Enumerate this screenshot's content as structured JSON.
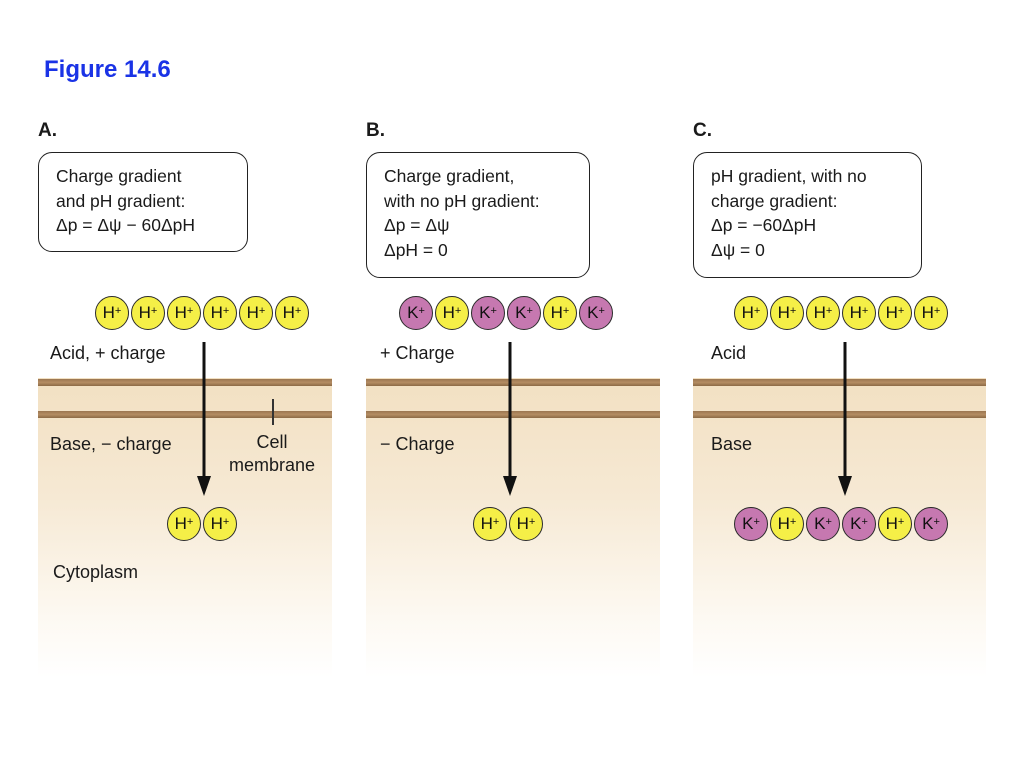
{
  "figure_title": "Figure 14.6",
  "panels": [
    {
      "letter": "A.",
      "box_lines": [
        "Charge gradient",
        "and pH gradient:",
        "Δp = Δψ − 60ΔpH"
      ],
      "top_ions": [
        "H",
        "H",
        "H",
        "H",
        "H",
        "H"
      ],
      "bottom_ions": [
        "H",
        "H"
      ],
      "outside_label": "Acid, + charge",
      "inside_label": "Base, − charge",
      "cytoplasm_label": "Cytoplasm",
      "membrane_label_lines": [
        "Cell",
        "membrane"
      ]
    },
    {
      "letter": "B.",
      "box_lines": [
        "Charge gradient,",
        "with no pH gradient:",
        "Δp = Δψ",
        "ΔpH = 0"
      ],
      "top_ions": [
        "K",
        "H",
        "K",
        "K",
        "H",
        "K"
      ],
      "bottom_ions": [
        "H",
        "H"
      ],
      "outside_label": "+ Charge",
      "inside_label": "− Charge"
    },
    {
      "letter": "C.",
      "box_lines": [
        "pH gradient, with no",
        "charge gradient:",
        "Δp = −60ΔpH",
        "Δψ = 0"
      ],
      "top_ions": [
        "H",
        "H",
        "H",
        "H",
        "H",
        "H"
      ],
      "bottom_ions": [
        "K",
        "H",
        "K",
        "K",
        "H",
        "K"
      ],
      "outside_label": "Acid",
      "inside_label": "Base"
    }
  ],
  "ion_charge": "+",
  "colors": {
    "title": "#1a33e6",
    "proton_ion": "#f5ef47",
    "potassium_ion": "#c678b0",
    "membrane": "#a8835a",
    "cytoplasm_top": "#f2e0c2"
  }
}
